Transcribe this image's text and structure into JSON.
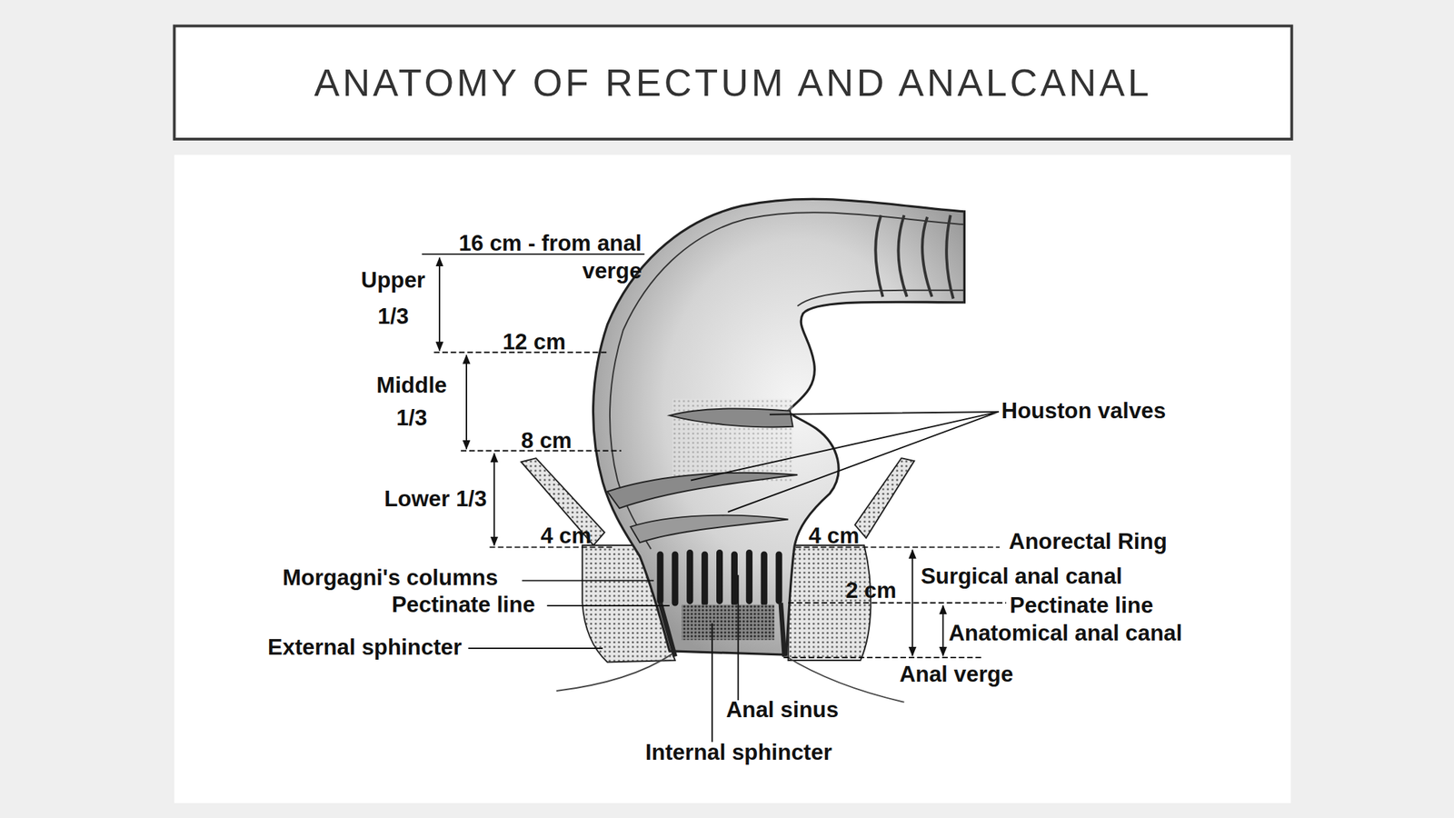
{
  "diagram": {
    "title": "ANATOMY OF RECTUM AND ANALCANAL",
    "labels": [
      "16 cm - from anal verge",
      "Upper 1/3",
      "12 cm",
      "Middle 1/3",
      "Houston valves",
      "8 cm",
      "Lower 1/3",
      "4 cm",
      "4 cm",
      "Anorectal Ring",
      "Morgagni's columns",
      "Surgical anal canal",
      "2 cm",
      "Pectinate line",
      "Pectinate line",
      "Anatomical anal canal",
      "External sphincter",
      "Anal verge",
      "Anal sinus",
      "Internal sphincter"
    ]
  }
}
